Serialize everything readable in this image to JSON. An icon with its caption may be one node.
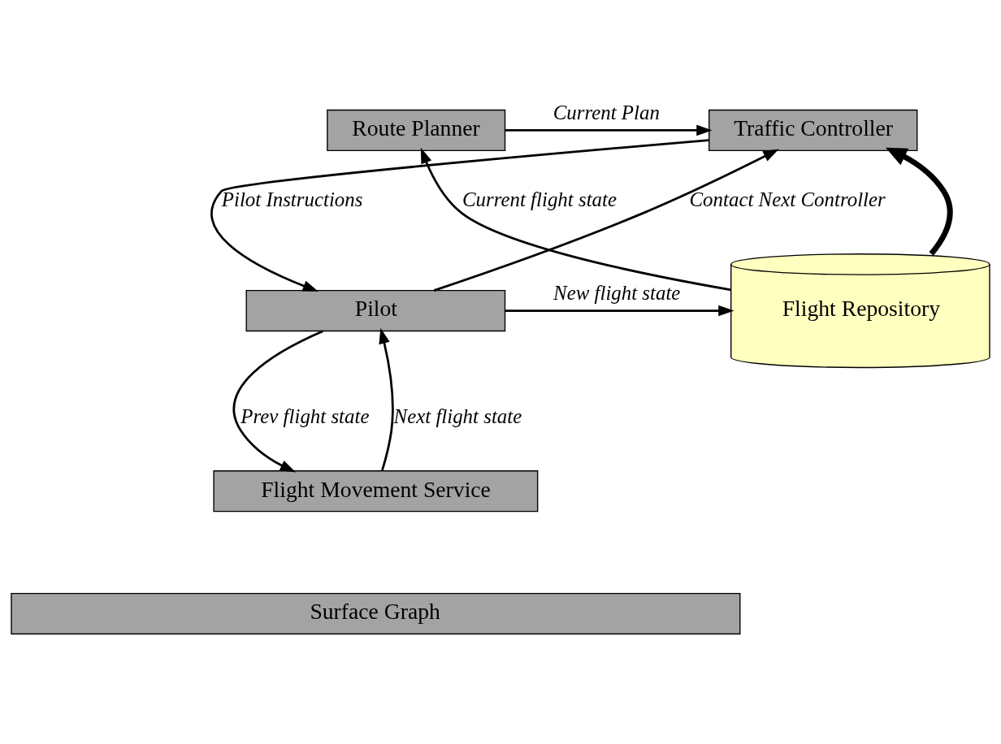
{
  "diagram": {
    "nodes": [
      {
        "text": [
          "Traffic Controller"
        ]
      },
      {
        "text": [
          "Route Planner"
        ]
      },
      {
        "text": [
          "Pilot"
        ]
      },
      {
        "text": [
          "Flight Repository"
        ]
      },
      {
        "text": [
          "Flight Movement Service"
        ]
      },
      {
        "text": [
          "Surface Graph"
        ]
      }
    ],
    "edges": [
      {
        "from": 1,
        "to": 0,
        "arrow": "to",
        "label": "Current Plan"
      },
      {
        "from": 3,
        "to": 0,
        "arrow": "to",
        "style": "thick"
      },
      {
        "from": 3,
        "to": 1,
        "arrow": "to",
        "label": "Current flight state"
      },
      {
        "from": 0,
        "to": 2,
        "arrow": "to",
        "label": "Pilot Instructions"
      },
      {
        "from": 2,
        "to": 0,
        "arrow": "to",
        "label": "Contact Next Controller"
      },
      {
        "from": 2,
        "to": 3,
        "arrow": "to",
        "label": "New flight state"
      },
      {
        "from": 2,
        "to": 4,
        "arrow": "to",
        "label": "Prev flight state"
      },
      {
        "from": 4,
        "to": 2,
        "arrow": "to",
        "label": "Next flight state"
      }
    ]
  }
}
